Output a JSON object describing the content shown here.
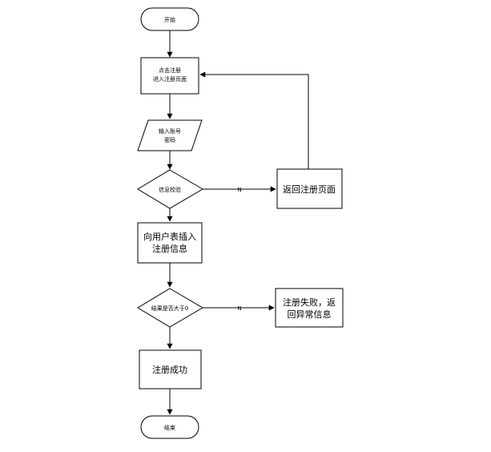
{
  "flowchart": {
    "start_label": "开始",
    "step_click_register": [
      "点击注册",
      "进入注册页面"
    ],
    "input_account": [
      "输入账号",
      "密码"
    ],
    "verify_info": "信息校验",
    "branch_no_1": "N",
    "return_register_page": "返回注册页面",
    "insert_user_info": [
      "向用户表插入",
      "注册信息"
    ],
    "check_result": "结果是否大于0",
    "branch_no_2": "N",
    "register_fail": [
      "注册失败，返",
      "回异常信息"
    ],
    "register_success": "注册成功",
    "end_label": "结束"
  }
}
